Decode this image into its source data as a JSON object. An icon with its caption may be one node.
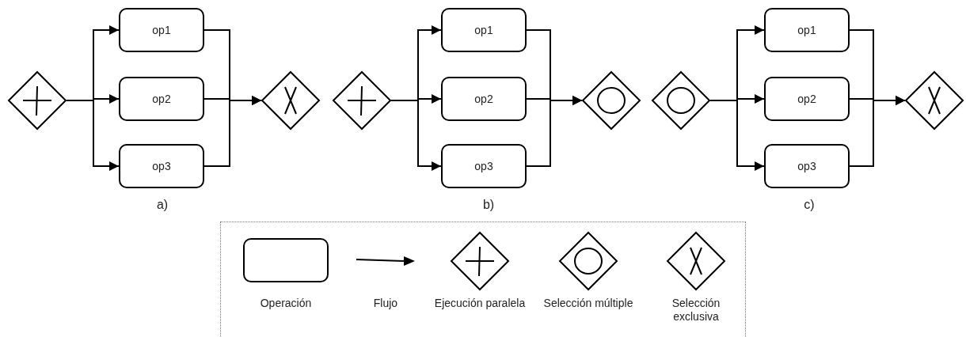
{
  "diagram": {
    "nodes": [
      {
        "text": [],
        "shape": "diamond"
      },
      {
        "text": [
          "op1"
        ]
      },
      {
        "text": [
          "op2"
        ]
      },
      {
        "text": [
          "op3"
        ]
      },
      {
        "text": [],
        "shape": "diamond"
      },
      {
        "text": [],
        "shape": "diamond"
      },
      {
        "text": [
          "op1"
        ]
      },
      {
        "text": [
          "op2"
        ]
      },
      {
        "text": [
          "op3"
        ]
      },
      {
        "text": [],
        "shape": "diamond"
      },
      {
        "text": [],
        "shape": "diamond"
      },
      {
        "text": [
          "op1"
        ]
      },
      {
        "text": [
          "op2"
        ]
      },
      {
        "text": [
          "op3"
        ]
      },
      {
        "text": [],
        "shape": "diamond"
      }
    ],
    "edges": [
      {
        "from": 0,
        "to": 1,
        "arrow": "to"
      },
      {
        "from": 0,
        "to": 2,
        "arrow": "to"
      },
      {
        "from": 0,
        "to": 3,
        "arrow": "to"
      },
      {
        "from": 1,
        "to": 4,
        "arrow": "to"
      },
      {
        "from": 2,
        "to": 4,
        "arrow": "to"
      },
      {
        "from": 3,
        "to": 4,
        "arrow": "to"
      },
      {
        "from": 5,
        "to": 6,
        "arrow": "to"
      },
      {
        "from": 5,
        "to": 7,
        "arrow": "to"
      },
      {
        "from": 5,
        "to": 8,
        "arrow": "to"
      },
      {
        "from": 6,
        "to": 9,
        "arrow": "to"
      },
      {
        "from": 7,
        "to": 9,
        "arrow": "to"
      },
      {
        "from": 8,
        "to": 9,
        "arrow": "to"
      },
      {
        "from": 10,
        "to": 11,
        "arrow": "to"
      },
      {
        "from": 10,
        "to": 12,
        "arrow": "to"
      },
      {
        "from": 10,
        "to": 13,
        "arrow": "to"
      },
      {
        "from": 11,
        "to": 14,
        "arrow": "to"
      },
      {
        "from": 12,
        "to": 14,
        "arrow": "to"
      },
      {
        "from": 13,
        "to": 14,
        "arrow": "to"
      }
    ],
    "labels": [
      "a)",
      "b)",
      "c)"
    ],
    "legend": [
      {
        "text": "Operación"
      },
      {
        "text": "Flujo"
      },
      {
        "text": "Ejecución paralela"
      },
      {
        "text": "Selección múltiple"
      },
      {
        "text": "Selección exclusiva"
      }
    ]
  }
}
